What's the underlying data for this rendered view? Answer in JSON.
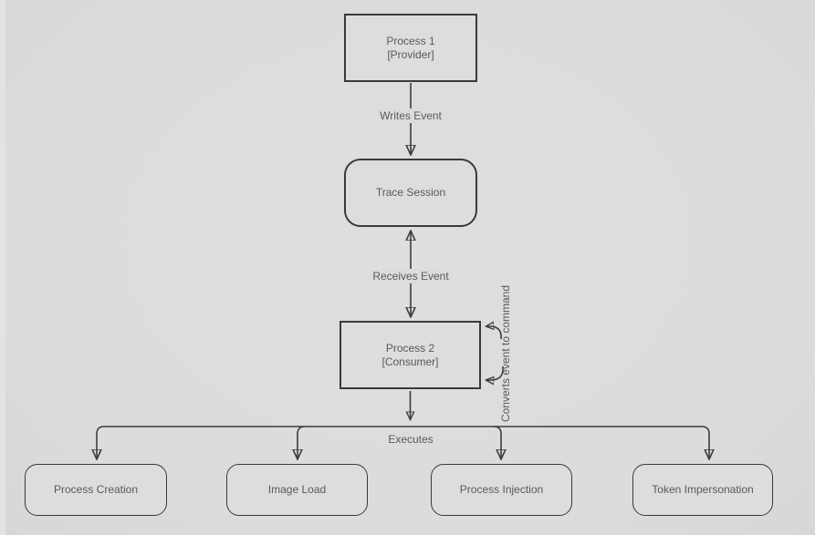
{
  "diagram": {
    "nodes": {
      "process1": {
        "label": "Process 1",
        "sublabel": "[Provider]",
        "shape": "rectangle"
      },
      "trace_session": {
        "label": "Trace Session",
        "shape": "rounded"
      },
      "process2": {
        "label": "Process 2",
        "sublabel": "[Consumer]",
        "shape": "rectangle"
      },
      "process_creation": {
        "label": "Process Creation",
        "shape": "rounded"
      },
      "image_load": {
        "label": "Image Load",
        "shape": "rounded"
      },
      "process_injection": {
        "label": "Process Injection",
        "shape": "rounded"
      },
      "token_impersonation": {
        "label": "Token Impersonation",
        "shape": "rounded"
      }
    },
    "edges": {
      "writes_event": {
        "label": "Writes Event",
        "from": "process1",
        "to": "trace_session",
        "arrows": "end"
      },
      "receives_event": {
        "label": "Receives Event",
        "from": "trace_session",
        "to": "process2",
        "arrows": "both"
      },
      "converts_event": {
        "label": "Converts event to command",
        "from": "process2",
        "to": "process2",
        "arrows": "self-loop"
      },
      "executes": {
        "label": "Executes",
        "from": "process2",
        "to": "process_creation, image_load, process_injection, token_impersonation",
        "arrows": "end"
      }
    },
    "colors": {
      "canvas": "#dcdcdc",
      "node_fill": "#dddddd",
      "stroke": "#3d3d3d",
      "text": "#595959"
    }
  }
}
